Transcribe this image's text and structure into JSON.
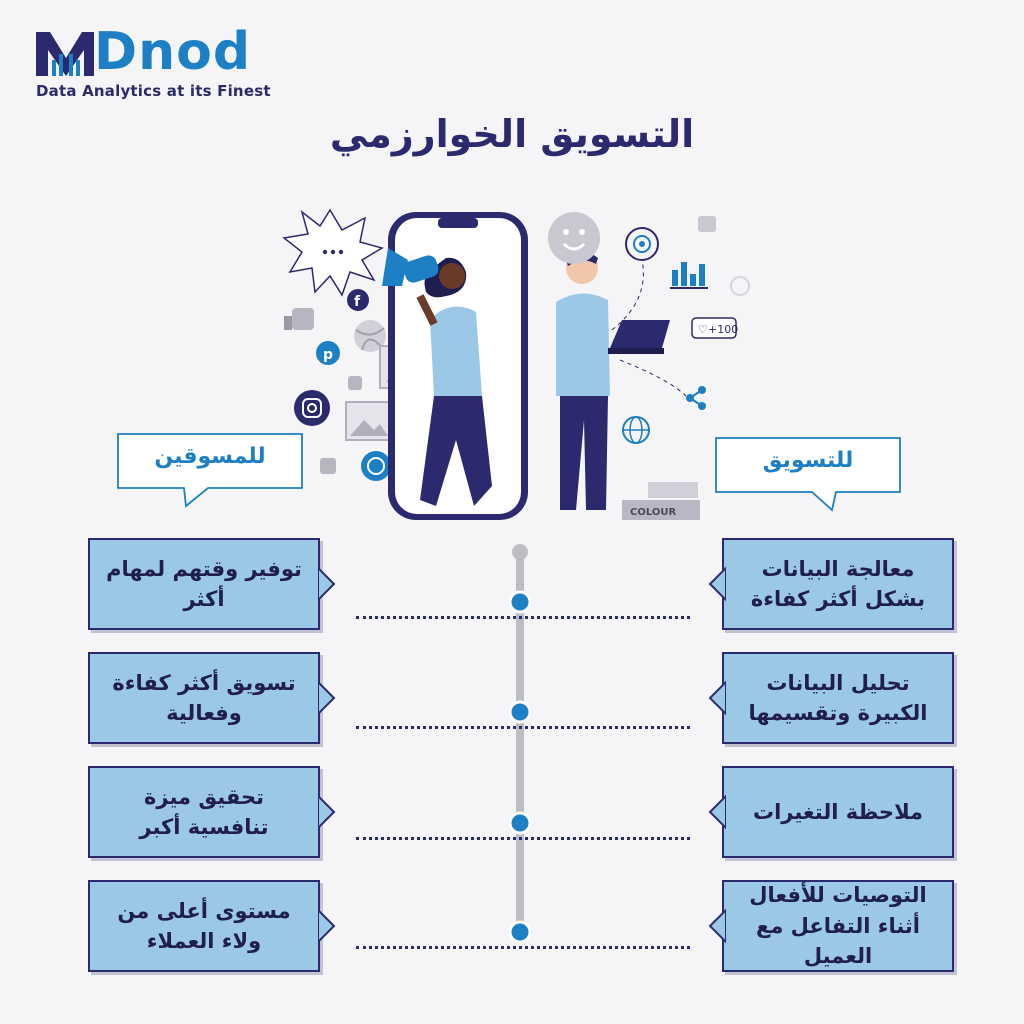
{
  "brand": {
    "name": "Dnod",
    "tagline": "Data Analytics at its Finest",
    "primary_color": "#1d7fc4",
    "dark_color": "#2c2a6e",
    "card_color": "#9cc8e8"
  },
  "title": "التسويق الخوارزمي",
  "bubbles": {
    "marketers": "للمسوقين",
    "marketing": "للتسويق"
  },
  "illustration": {
    "icons": [
      "megaphone-icon",
      "facebook-icon",
      "pinterest-icon",
      "instagram-icon",
      "whatsapp-icon",
      "dribbble-icon",
      "like-icon",
      "image-icon",
      "laptop-icon",
      "bar-chart-icon",
      "globe-icon",
      "share-icon",
      "target-icon",
      "smiley-icon",
      "heart-icon"
    ],
    "likes_badge": "+100",
    "box_label": "COLOUR"
  },
  "left_items": [
    "توفير وقتهم لمهام أكثر",
    "تسويق أكثر كفاءة وفعالية",
    "تحقيق ميزة تنافسية أكبر",
    "مستوى أعلى من ولاء العملاء"
  ],
  "right_items": [
    "معالجة البيانات بشكل أكثر كفاءة",
    "تحليل البيانات الكبيرة وتقسيمها",
    "ملاحظة التغيرات",
    "التوصيات للأفعال أثناء التفاعل مع العميل"
  ]
}
